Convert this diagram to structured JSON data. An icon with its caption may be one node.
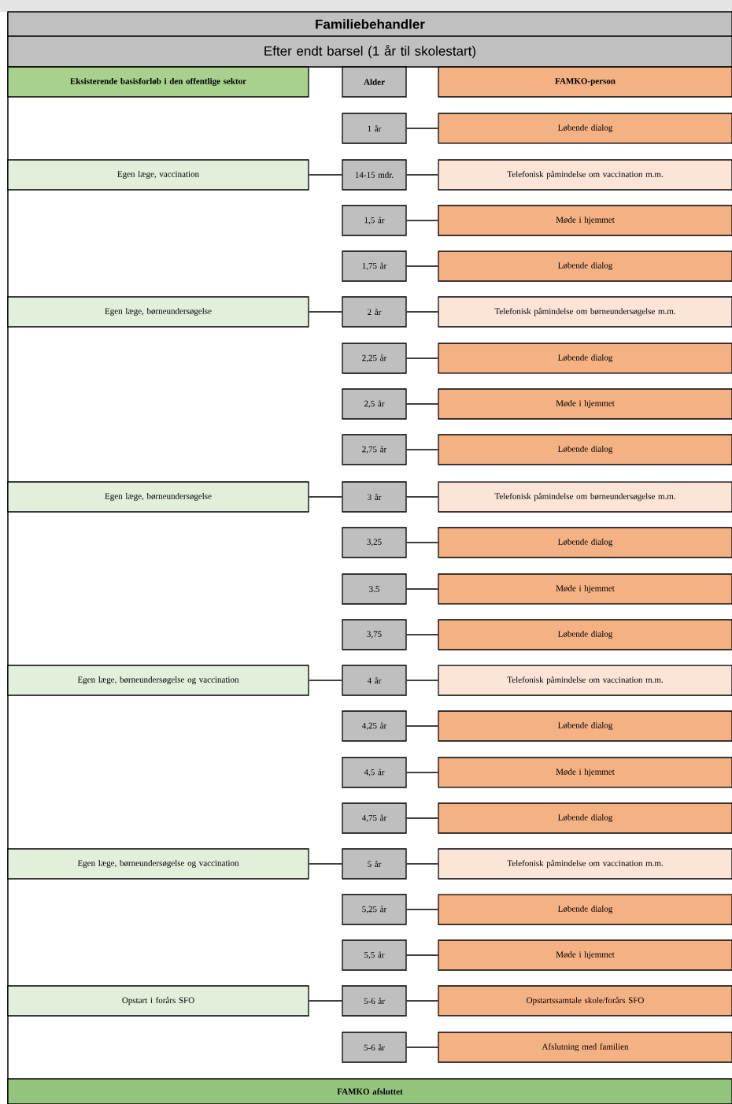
{
  "diagram": {
    "nodes": [
      {
        "text": [
          "Familiebehandler"
        ]
      },
      {
        "text": [
          "Efter endt barsel (1 år til skolestart)"
        ]
      },
      {
        "text": [
          "Eksisterende basisforløb i den offentlige sektor"
        ]
      },
      {
        "text": [
          "Alder"
        ]
      },
      {
        "text": [
          "FAMKO-person"
        ]
      },
      {
        "text": [
          "1 år"
        ]
      },
      {
        "text": [
          "Løbende dialog"
        ]
      },
      {
        "text": [
          "Egen læge, vaccination"
        ]
      },
      {
        "text": [
          "14-15 mdr."
        ]
      },
      {
        "text": [
          "Telefonisk påmindelse om vaccination m.m."
        ]
      },
      {
        "text": [
          "1,5 år"
        ]
      },
      {
        "text": [
          "Møde i hjemmet"
        ]
      },
      {
        "text": [
          "1,75 år"
        ]
      },
      {
        "text": [
          "Løbende dialog"
        ]
      },
      {
        "text": [
          "Egen læge, børneundersøgelse"
        ]
      },
      {
        "text": [
          "2 år"
        ]
      },
      {
        "text": [
          "Telefonisk påmindelse om børneundersøgelse m.m."
        ]
      },
      {
        "text": [
          "2,25 år"
        ]
      },
      {
        "text": [
          "Løbende dialog"
        ]
      },
      {
        "text": [
          "2,5 år"
        ]
      },
      {
        "text": [
          "Møde i hjemmet"
        ]
      },
      {
        "text": [
          "2,75 år"
        ]
      },
      {
        "text": [
          "Løbende dialog"
        ]
      },
      {
        "text": [
          "Egen læge, børneundersøgelse"
        ]
      },
      {
        "text": [
          "3 år"
        ]
      },
      {
        "text": [
          "Telefonisk påmindelse om børneundersøgelse m.m."
        ]
      },
      {
        "text": [
          "3,25"
        ]
      },
      {
        "text": [
          "Løbende dialog"
        ]
      },
      {
        "text": [
          "3.5"
        ]
      },
      {
        "text": [
          "Møde i hjemmet"
        ]
      },
      {
        "text": [
          "3,75"
        ]
      },
      {
        "text": [
          "Løbende dialog"
        ]
      },
      {
        "text": [
          "Egen læge, børneundersøgelse og vaccination"
        ]
      },
      {
        "text": [
          "4 år"
        ]
      },
      {
        "text": [
          "Telefonisk påmindelse om vaccination m.m."
        ]
      },
      {
        "text": [
          "4,25 år"
        ]
      },
      {
        "text": [
          "Løbende dialog"
        ]
      },
      {
        "text": [
          "4,5 år"
        ]
      },
      {
        "text": [
          "Møde i hjemmet"
        ]
      },
      {
        "text": [
          "4,75 år"
        ]
      },
      {
        "text": [
          "Løbende dialog"
        ]
      },
      {
        "text": [
          "Egen læge, børneundersøgelse og vaccination"
        ]
      },
      {
        "text": [
          "5 år"
        ]
      },
      {
        "text": [
          "Telefonisk påmindelse om vaccination m.m."
        ]
      },
      {
        "text": [
          "5,25 år"
        ]
      },
      {
        "text": [
          "Løbende dialog"
        ]
      },
      {
        "text": [
          "5,5 år"
        ]
      },
      {
        "text": [
          "Møde i hjemmet"
        ]
      },
      {
        "text": [
          "Opstart i forårs SFO"
        ]
      },
      {
        "text": [
          "5-6 år"
        ]
      },
      {
        "text": [
          "Opstartssamtale skole/forårs SFO"
        ]
      },
      {
        "text": [
          "5-6 år"
        ]
      },
      {
        "text": [
          "Afslutning med familien"
        ]
      },
      {
        "text": [
          "FAMKO afsluttet"
        ]
      }
    ],
    "edges": [
      {
        "from": 5,
        "to": 6,
        "arrow": "none"
      },
      {
        "from": 7,
        "to": 8,
        "arrow": "none"
      },
      {
        "from": 8,
        "to": 9,
        "arrow": "none"
      },
      {
        "from": 10,
        "to": 11,
        "arrow": "none"
      },
      {
        "from": 12,
        "to": 13,
        "arrow": "none"
      },
      {
        "from": 14,
        "to": 15,
        "arrow": "none"
      },
      {
        "from": 15,
        "to": 16,
        "arrow": "none"
      },
      {
        "from": 17,
        "to": 18,
        "arrow": "none"
      },
      {
        "from": 19,
        "to": 20,
        "arrow": "none"
      },
      {
        "from": 21,
        "to": 22,
        "arrow": "none"
      },
      {
        "from": 23,
        "to": 24,
        "arrow": "none"
      },
      {
        "from": 24,
        "to": 25,
        "arrow": "none"
      },
      {
        "from": 26,
        "to": 27,
        "arrow": "none"
      },
      {
        "from": 28,
        "to": 29,
        "arrow": "none"
      },
      {
        "from": 30,
        "to": 31,
        "arrow": "none"
      },
      {
        "from": 32,
        "to": 33,
        "arrow": "none"
      },
      {
        "from": 33,
        "to": 34,
        "arrow": "none"
      },
      {
        "from": 35,
        "to": 36,
        "arrow": "none"
      },
      {
        "from": 37,
        "to": 38,
        "arrow": "none"
      },
      {
        "from": 39,
        "to": 40,
        "arrow": "none"
      },
      {
        "from": 41,
        "to": 42,
        "arrow": "none"
      },
      {
        "from": 42,
        "to": 43,
        "arrow": "none"
      },
      {
        "from": 44,
        "to": 45,
        "arrow": "none"
      },
      {
        "from": 46,
        "to": 47,
        "arrow": "none"
      },
      {
        "from": 48,
        "to": 49,
        "arrow": "none"
      },
      {
        "from": 49,
        "to": 50,
        "arrow": "none"
      },
      {
        "from": 51,
        "to": 52,
        "arrow": "none"
      }
    ]
  }
}
